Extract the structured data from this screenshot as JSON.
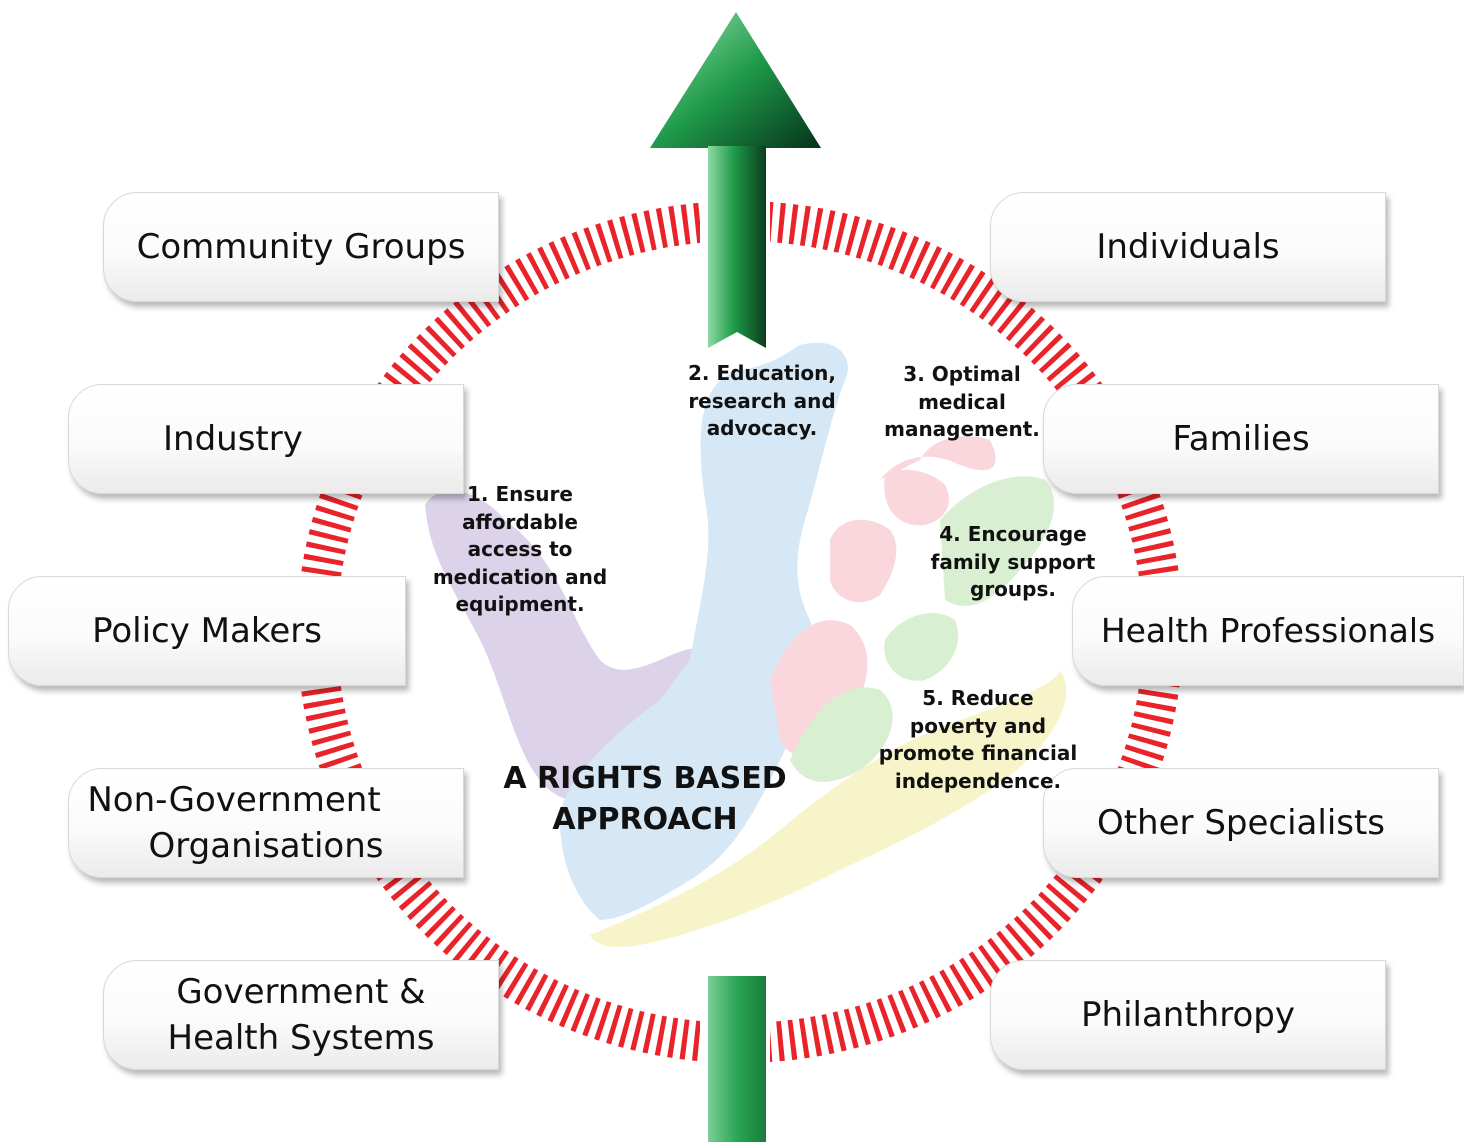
{
  "center": {
    "line1": "A RIGHTS BASED",
    "line2": "APPROACH"
  },
  "steps": [
    {
      "lines": [
        "1.  Ensure",
        "affordable",
        "access to",
        "medication and",
        "equipment."
      ]
    },
    {
      "lines": [
        "2.  Education,",
        "research and",
        "advocacy."
      ]
    },
    {
      "lines": [
        "3.  Optimal",
        "medical",
        "management."
      ]
    },
    {
      "lines": [
        "4.  Encourage",
        "family support",
        "groups."
      ]
    },
    {
      "lines": [
        "5.  Reduce",
        "poverty and",
        "promote financial",
        "independence."
      ]
    }
  ],
  "stakeholders_left": [
    {
      "lines": [
        "Community Groups"
      ]
    },
    {
      "lines": [
        "Industry"
      ]
    },
    {
      "lines": [
        "Policy Makers"
      ]
    },
    {
      "lines": [
        "Non-Government",
        "Organisations"
      ]
    },
    {
      "lines": [
        "Government &",
        "Health Systems"
      ]
    }
  ],
  "stakeholders_right": [
    {
      "lines": [
        "Individuals"
      ]
    },
    {
      "lines": [
        "Families"
      ]
    },
    {
      "lines": [
        "Health Professionals"
      ]
    },
    {
      "lines": [
        "Other Specialists"
      ]
    },
    {
      "lines": [
        "Philanthropy"
      ]
    }
  ],
  "colors": {
    "ring_red": "#e8232a",
    "arrow_green_light": "#8fd9a4",
    "arrow_green": "#1e9a48",
    "arrow_green_dark": "#0b3d1d",
    "hand_purple": "#dcd3ea",
    "hand_blue": "#d6e8f6",
    "hand_pink": "#f9d7dc",
    "hand_green": "#d9efd2",
    "hand_yellow": "#f7f4c9"
  },
  "icons": [
    "upward-arrow-icon",
    "handprint-icon",
    "dashed-ring-icon"
  ]
}
